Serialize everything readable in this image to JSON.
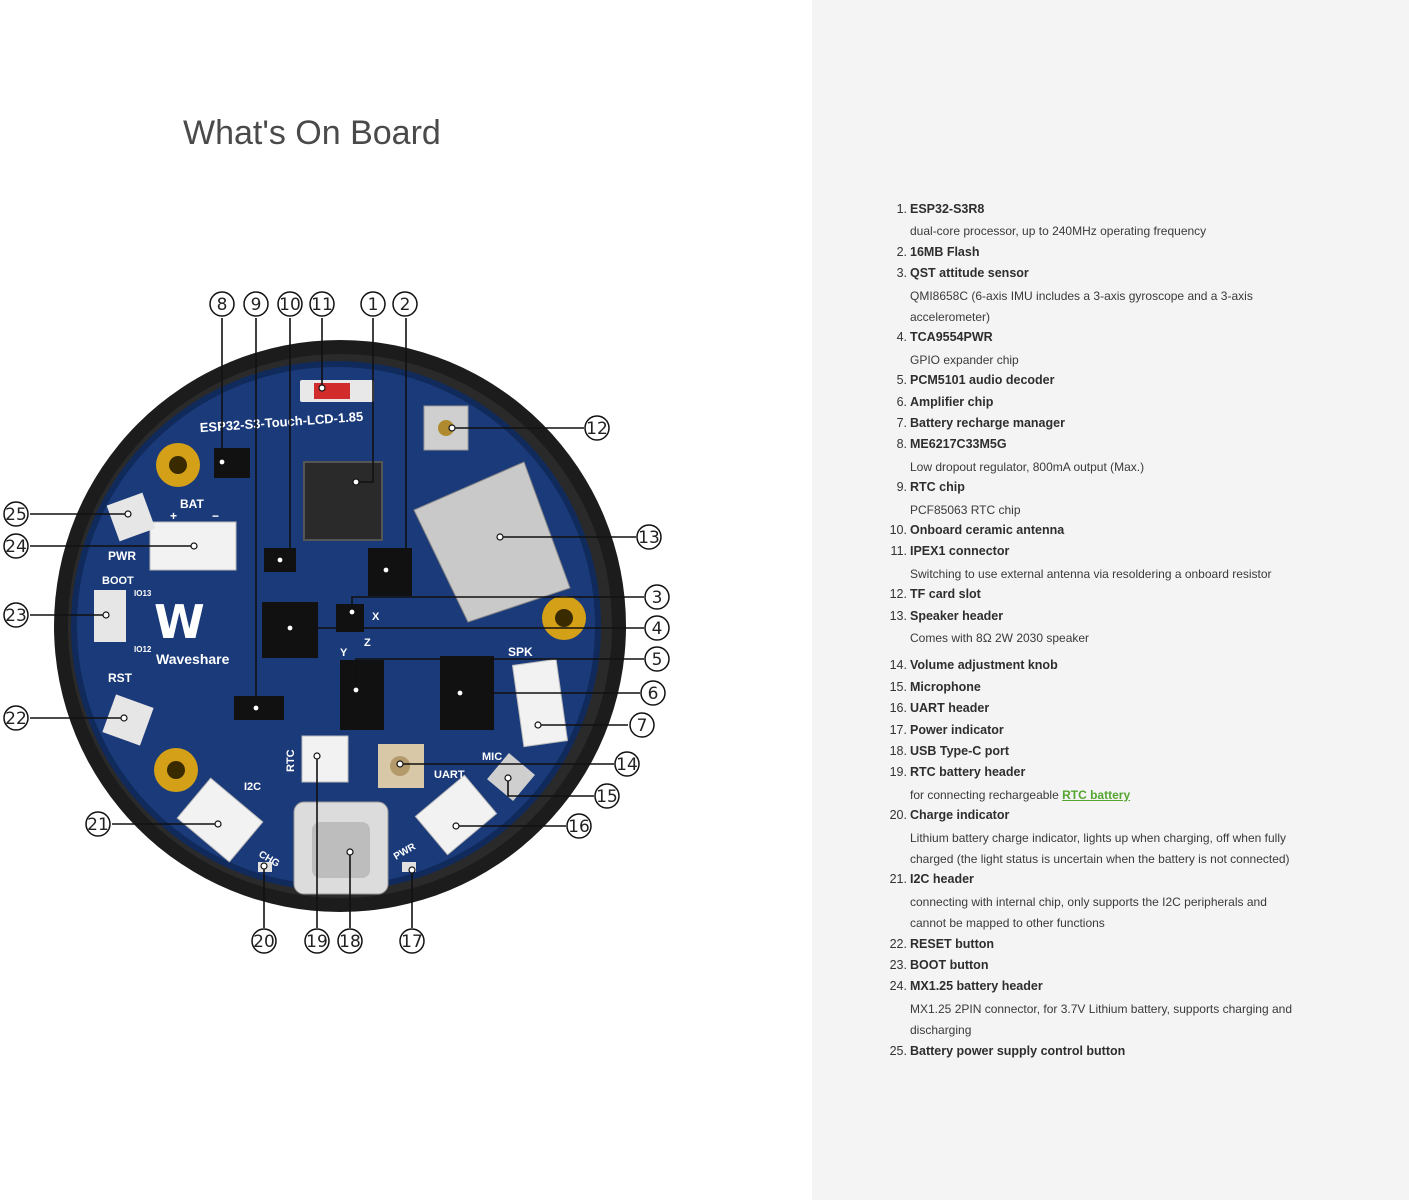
{
  "page": {
    "title": "What's On Board"
  },
  "board": {
    "silkscreen": {
      "model": "ESP32-S3-Touch-LCD-1.85",
      "brand": "Waveshare",
      "bat": "BAT",
      "pwr": "PWR",
      "boot": "BOOT",
      "io13": "IO13",
      "io12": "IO12",
      "rst": "RST",
      "i2c": "I2C",
      "rtc": "RTC",
      "chg": "CHG",
      "pwr2": "PWR",
      "spk": "SPK",
      "mic": "MIC",
      "uart": "UART",
      "axis_x": "X",
      "axis_y": "Y",
      "axis_z": "Z",
      "plus": "+",
      "minus": "−"
    },
    "callouts": [
      "1",
      "2",
      "3",
      "4",
      "5",
      "6",
      "7",
      "8",
      "9",
      "10",
      "11",
      "12",
      "13",
      "14",
      "15",
      "16",
      "17",
      "18",
      "19",
      "20",
      "21",
      "22",
      "23",
      "24",
      "25"
    ]
  },
  "components": [
    {
      "num": "1.",
      "title": "ESP32-S3R8",
      "desc": [
        "dual-core processor, up to 240MHz operating frequency"
      ]
    },
    {
      "num": "2.",
      "title": "16MB Flash",
      "desc": []
    },
    {
      "num": "3.",
      "title": "QST attitude sensor",
      "desc": [
        "QMI8658C (6-axis IMU includes a 3-axis gyroscope and a 3-axis",
        "accelerometer)"
      ]
    },
    {
      "num": "4.",
      "title": "TCA9554PWR",
      "desc": [
        "GPIO expander chip"
      ]
    },
    {
      "num": "5.",
      "title": "PCM5101 audio decoder",
      "desc": []
    },
    {
      "num": "6.",
      "title": "Amplifier chip",
      "desc": []
    },
    {
      "num": "7.",
      "title": "Battery recharge manager",
      "desc": []
    },
    {
      "num": "8.",
      "title": "ME6217C33M5G",
      "desc": [
        "Low dropout regulator, 800mA output (Max.)"
      ]
    },
    {
      "num": "9.",
      "title": "RTC chip",
      "desc": [
        "PCF85063 RTC chip"
      ]
    },
    {
      "num": "10.",
      "title": "Onboard ceramic antenna",
      "desc": []
    },
    {
      "num": "11.",
      "title": "IPEX1 connector",
      "desc": [
        "Switching to use external antenna via resoldering a onboard resistor"
      ]
    },
    {
      "num": "12.",
      "title": "TF card slot",
      "desc": []
    },
    {
      "num": "13.",
      "title": "Speaker header",
      "desc": [
        "Comes with 8Ω 2W 2030 speaker"
      ]
    },
    {
      "num": "14.",
      "title": "Volume adjustment knob",
      "desc": []
    },
    {
      "num": "15.",
      "title": "Microphone",
      "desc": []
    },
    {
      "num": "16.",
      "title": "UART header",
      "desc": []
    },
    {
      "num": "17.",
      "title": "Power indicator",
      "desc": []
    },
    {
      "num": "18.",
      "title": "USB Type-C port",
      "desc": []
    },
    {
      "num": "19.",
      "title": "RTC battery header",
      "desc": [
        "for connecting rechargeable"
      ],
      "link": "RTC battery"
    },
    {
      "num": "20.",
      "title": "Charge indicator",
      "desc": [
        "Lithium battery charge indicator, lights up when charging, off when fully",
        "charged (the light status is uncertain when the battery is not connected)"
      ]
    },
    {
      "num": "21.",
      "title": "I2C header",
      "desc": [
        "connecting with internal chip, only supports the I2C peripherals and",
        "cannot be mapped to other functions"
      ]
    },
    {
      "num": "22.",
      "title": "RESET button",
      "desc": []
    },
    {
      "num": "23.",
      "title": "BOOT button",
      "desc": []
    },
    {
      "num": "24.",
      "title": "MX1.25 battery header",
      "desc": [
        "MX1.25 2PIN connector, for 3.7V Lithium battery, supports charging and",
        "discharging"
      ]
    },
    {
      "num": "25.",
      "title": "Battery power supply control button",
      "desc": []
    }
  ],
  "colors": {
    "pcb": "#1a3a7a",
    "pcb_dark": "#102a5c",
    "ring": "#1c1c1c",
    "link": "#55a630",
    "right_bg": "#f4f4f4"
  }
}
